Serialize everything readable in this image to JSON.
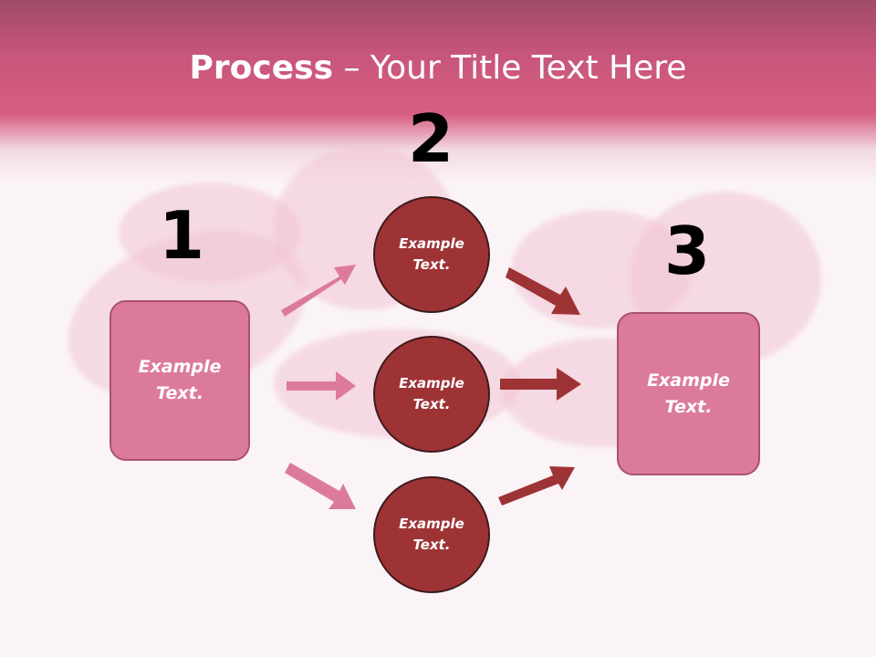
{
  "title": {
    "bold": "Process",
    "rest": " – Your Title Text Here"
  },
  "steps": [
    {
      "number": "1",
      "label": "Example Text."
    },
    {
      "number": "2",
      "label": "Example Text."
    },
    {
      "number": "3",
      "label": "Example Text."
    }
  ],
  "circles": [
    {
      "label": "Example Text."
    },
    {
      "label": "Example Text."
    },
    {
      "label": "Example Text."
    }
  ],
  "colors": {
    "header": "#d85e82",
    "box_fill": "#dc7b99",
    "circle_fill": "#9e3336",
    "arrow_light": "#dc7b99",
    "arrow_dark": "#9e3336"
  }
}
